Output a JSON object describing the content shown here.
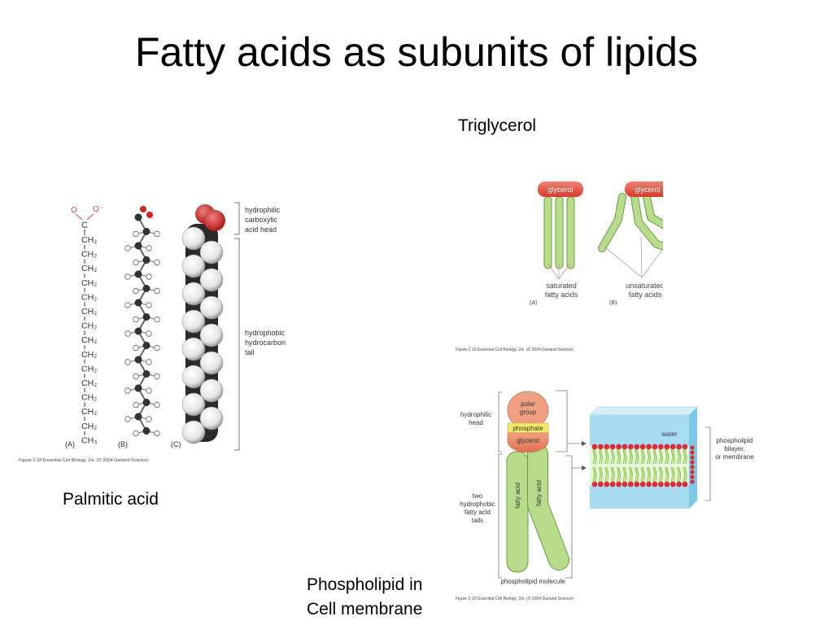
{
  "slide": {
    "title": "Fatty acids as subunits of lipids",
    "captions": {
      "triglycerol": "Triglycerol",
      "palmitic": "Palmitic acid",
      "phospholipid_line1": "Phospholipid in",
      "phospholipid_line2": "Cell membrane"
    }
  },
  "figure_2_18": {
    "formula_top": [
      "O",
      "O⁻",
      "C"
    ],
    "formula_repeat": "CH₂",
    "formula_end": "CH₃",
    "panel_labels": [
      "(A)",
      "(B)",
      "(C)"
    ],
    "head_label": [
      "hydrophilic",
      "carboxylic",
      "acid head"
    ],
    "tail_label": [
      "hydrophobic",
      "hydrocarbon",
      "tail"
    ],
    "credit": "Figure 2-18  Essential Cell Biology, 2/e. (© 2004 Garland Science)"
  },
  "figure_2_19": {
    "glycerol": "glycerol",
    "saturated": [
      "saturated",
      "fatty acids"
    ],
    "unsaturated": [
      "unsaturated",
      "fatty acids"
    ],
    "panel_labels": [
      "(A)",
      "(B)"
    ],
    "credit": "Figure 2.19  Essential Cell Biology, 2/e. (© 2004 Garland Science)"
  },
  "figure_2_20": {
    "head_label": [
      "hydrophilic",
      "head"
    ],
    "tails_label": [
      "two",
      "hydrophobic",
      "fatty acid",
      "tails"
    ],
    "polar_group": [
      "polar",
      "group"
    ],
    "phosphate": "phosphate",
    "glycerol": "glycerol",
    "fatty_acid": "fatty acid",
    "molecule_label": "phospholipid molecule",
    "water": "water",
    "bilayer_label": [
      "phospholipid",
      "bilayer,",
      "or membrane"
    ],
    "credit": "Figure 2-20  Essential Cell Biology, 2/e. (© 2004 Garland Science)"
  },
  "colors": {
    "glycerol_red": "#e0503c",
    "fatty_acid_green": "#b8dc8c",
    "polar_salmon": "#f0a080",
    "phosphate_yellow": "#f5e86a",
    "water_blue": "#a8dcf0",
    "oxygen_red": "#cc2222"
  }
}
